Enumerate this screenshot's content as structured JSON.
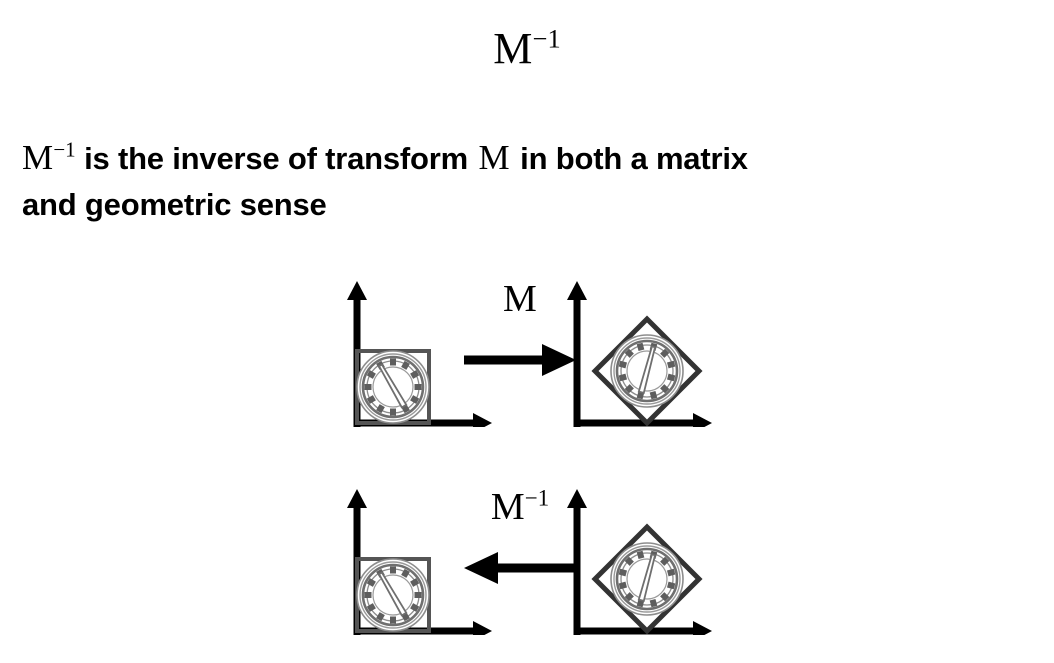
{
  "slide": {
    "title_base": "M",
    "title_exponent": "−1",
    "background_color": "#ffffff",
    "text_color": "#000000"
  },
  "body": {
    "lead_math_base": "M",
    "lead_math_exponent": "−1",
    "segment_1": " is the inverse of transform ",
    "inline_math": "M",
    "segment_2": " in both a matrix",
    "line_2": "and geometric sense",
    "full_text": "M⁻¹ is the inverse of transform M in both a matrix and geometric sense"
  },
  "figure": {
    "rows": [
      {
        "id": "forward",
        "operator_base": "M",
        "operator_exponent": "",
        "arrow_direction": "right",
        "arrow_name": "right-arrow-icon",
        "left_panel": {
          "name": "unit-square-clock-panel",
          "shape": "axis-aligned-square",
          "shape_color": "#555555",
          "clock_rotation_deg": 0,
          "clock_hand_angle_deg": -30,
          "axes_color": "#000000"
        },
        "right_panel": {
          "name": "rotated-square-clock-panel",
          "shape": "rotated-square-diamond",
          "shape_color": "#333333",
          "clock_rotation_deg": 45,
          "clock_hand_angle_deg": 15,
          "axes_color": "#000000"
        }
      },
      {
        "id": "inverse",
        "operator_base": "M",
        "operator_exponent": "−1",
        "arrow_direction": "left",
        "arrow_name": "left-arrow-icon",
        "left_panel": {
          "name": "unit-square-clock-panel",
          "shape": "axis-aligned-square",
          "shape_color": "#555555",
          "clock_rotation_deg": 0,
          "clock_hand_angle_deg": -30,
          "axes_color": "#000000"
        },
        "right_panel": {
          "name": "rotated-square-clock-panel",
          "shape": "rotated-square-diamond",
          "shape_color": "#333333",
          "clock_rotation_deg": 45,
          "clock_hand_angle_deg": 15,
          "axes_color": "#000000"
        }
      }
    ],
    "clock": {
      "name": "clock-face-icon",
      "ring_color": "#888888",
      "face_color": "#ffffff",
      "tick_count": 12,
      "hand_color": "#777777"
    }
  }
}
